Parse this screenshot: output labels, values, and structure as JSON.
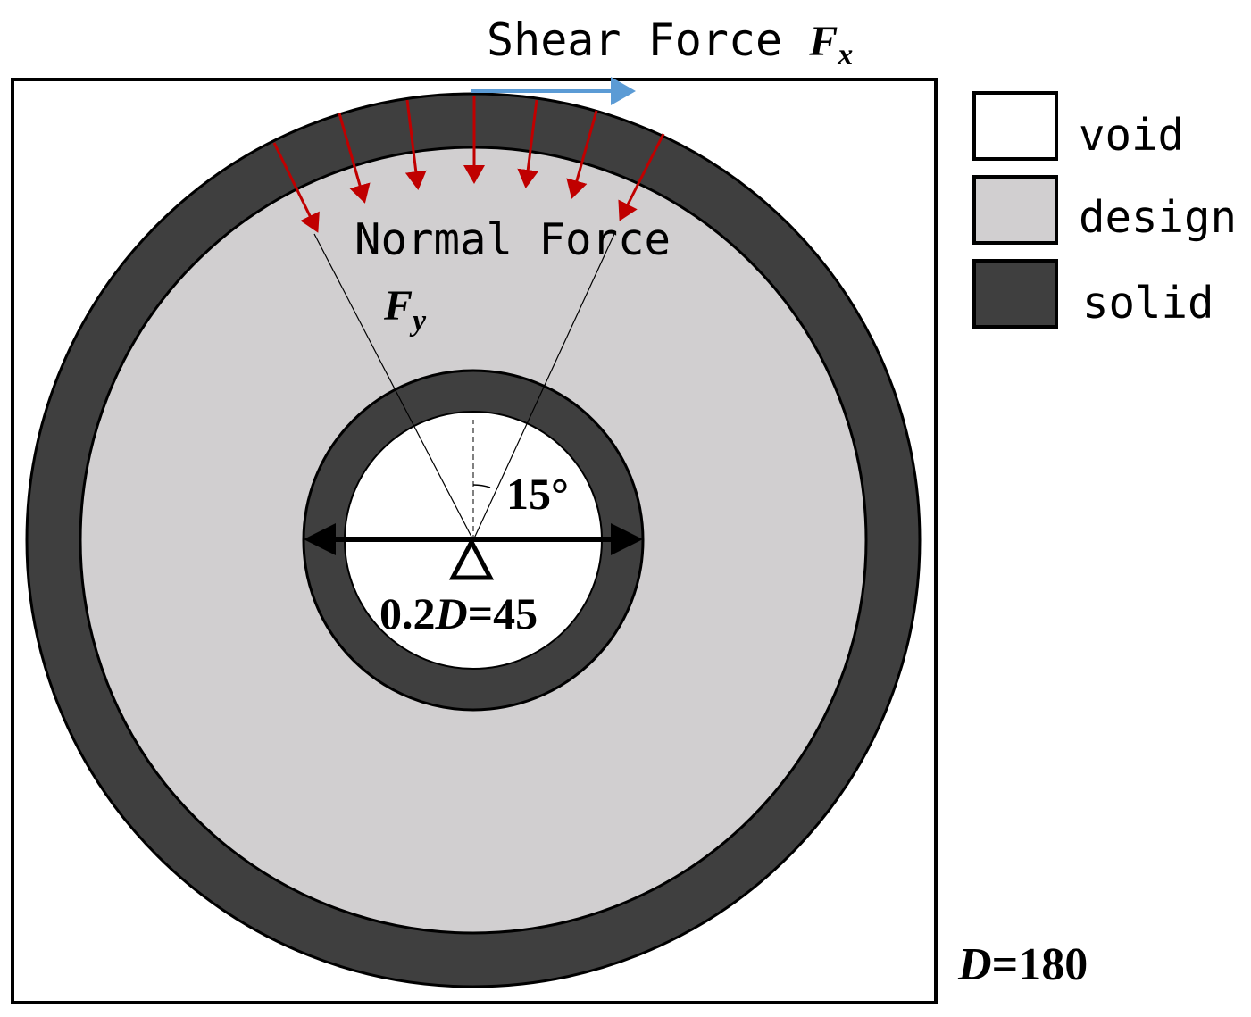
{
  "colors": {
    "void": "#ffffff",
    "design": "#d1cfd0",
    "solid": "#3f3f3f",
    "outline": "#000000",
    "normal_force_arrow": "#c00000",
    "shear_force_arrow": "#5b9bd5"
  },
  "labels": {
    "shear_force_text": "Shear Force ",
    "shear_force_symbol": "F",
    "shear_force_subscript": "x",
    "normal_force_text": "Normal Force",
    "normal_force_symbol": "F",
    "normal_force_subscript": "y",
    "angle": "15°",
    "inner_dim_prefix": "0.2",
    "inner_dim_symbol": "D",
    "inner_dim_suffix": "=45",
    "outer_dim_symbol": "D",
    "outer_dim_value": "=180"
  },
  "legend": [
    {
      "label": "void",
      "color": "#ffffff"
    },
    {
      "label": "design",
      "color": "#d1cfd0"
    },
    {
      "label": "solid",
      "color": "#3f3f3f"
    }
  ],
  "icons": [
    "support-triangle-icon",
    "arrow-icon"
  ]
}
